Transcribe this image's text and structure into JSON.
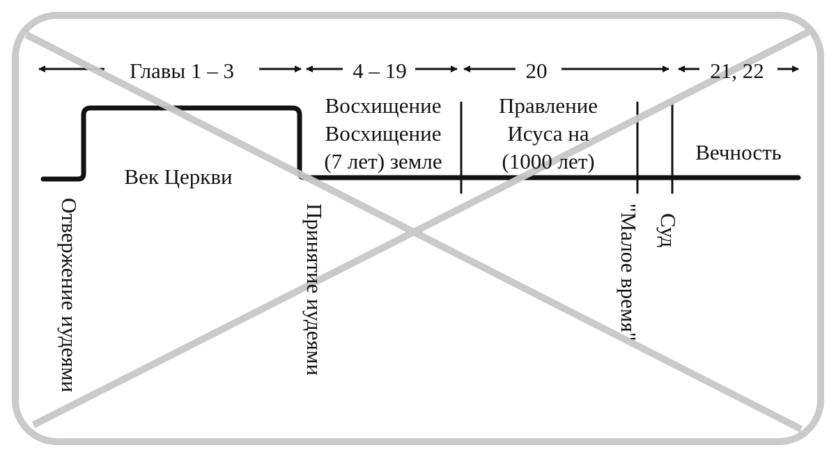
{
  "header": {
    "chapters_1_3": "Главы 1 – 3",
    "chapters_4_19": "4 – 19",
    "chapter_20": "20",
    "chapters_21_22": "21, 22"
  },
  "periods": {
    "church_age": "Век Церкви",
    "rapture_line1": "Восхищение",
    "rapture_line2": "Восхищение",
    "rapture_line3": "(7 лет) земле",
    "reign_line1": "Правление",
    "reign_line2": "Исуса на",
    "reign_line3": "(1000 лет)",
    "eternity": "Вечность"
  },
  "events": {
    "rejection": "Отвержение иудеями",
    "acceptance": "Принятие иудеями",
    "little_time": "\"Малое время\"",
    "judgment": "Суд"
  },
  "overlay": {
    "stroke_color": "#c8c8c8"
  },
  "colors": {
    "ink": "#111111"
  }
}
